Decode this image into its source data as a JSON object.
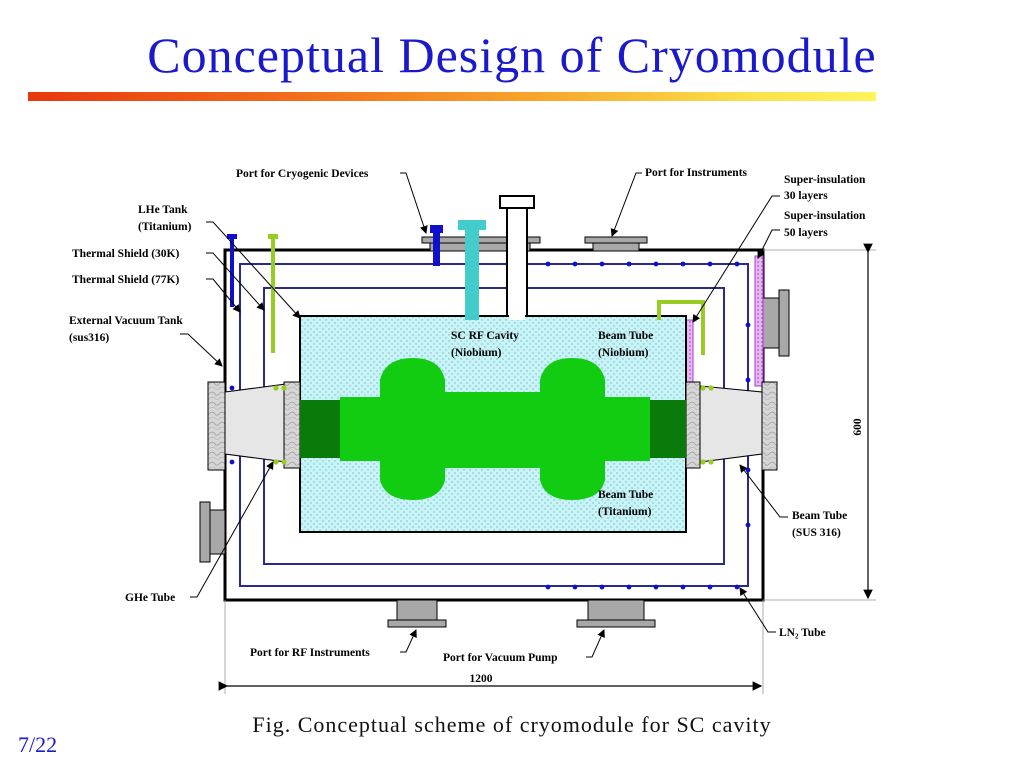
{
  "slide": {
    "title": "Conceptual Design of Cryomodule",
    "caption": "Fig.  Conceptual scheme of cryomodule for SC cavity",
    "page": "7/22"
  },
  "diagram": {
    "labels": {
      "port_cryogenic": "Port for Cryogenic Devices",
      "port_instruments": "Port for Instruments",
      "super_ins_30_a": "Super-insulation",
      "super_ins_30_b": "30 layers",
      "super_ins_50_a": "Super-insulation",
      "super_ins_50_b": "50 layers",
      "lhe_tank_a": "LHe Tank",
      "lhe_tank_b": "(Titanium)",
      "shield_30k": "Thermal Shield (30K)",
      "shield_77k": "Thermal Shield (77K)",
      "ext_tank_a": "External Vacuum Tank",
      "ext_tank_b": "(sus316)",
      "cavity_a": "SC RF Cavity",
      "cavity_b": "(Niobium)",
      "beam_nb_a": "Beam Tube",
      "beam_nb_b": "(Niobium)",
      "beam_ti_a": "Beam Tube",
      "beam_ti_b": "(Titanium)",
      "beam_sus_a": "Beam Tube",
      "beam_sus_b": "(SUS 316)",
      "ghe_tube": "GHe Tube",
      "ln2_tube": "LN₂ Tube",
      "port_rf": "Port for RF Instruments",
      "port_vacuum": "Port for Vacuum Pump",
      "dim_length": "1200",
      "dim_height": "600"
    },
    "colors": {
      "title": "#1a1acc",
      "helium_bath": "#c8f4f8",
      "cavity": "#11cc11",
      "cavity_end": "#0a7a0a",
      "shield": "#2a2a88",
      "ghe": "#99cc22",
      "ln2_dots": "#1010cc",
      "lhe_port": "#44cccc",
      "super_insulation": "#cc77ee",
      "flange": "#a8a8a8"
    }
  }
}
